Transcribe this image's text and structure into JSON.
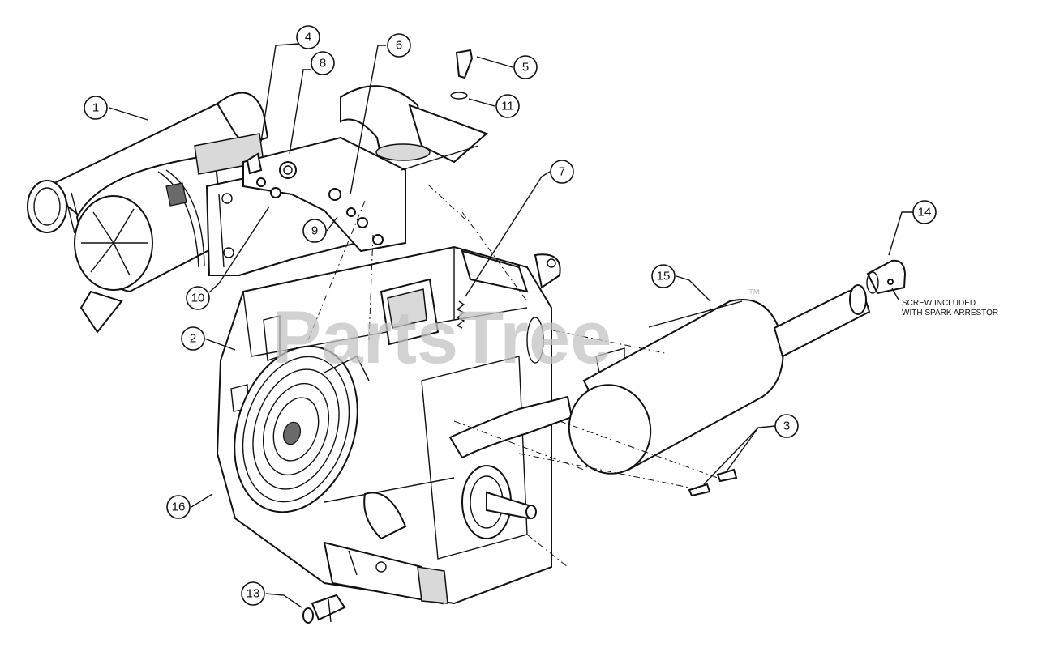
{
  "watermark": {
    "brand": "PartsTree",
    "trademark": "™"
  },
  "note": {
    "line1": "SCREW INCLUDED",
    "line2": "WITH SPARK ARRESTOR"
  },
  "callouts": [
    {
      "label": "1"
    },
    {
      "label": "4"
    },
    {
      "label": "8"
    },
    {
      "label": "6"
    },
    {
      "label": "5"
    },
    {
      "label": "11"
    },
    {
      "label": "7"
    },
    {
      "label": "14"
    },
    {
      "label": "15"
    },
    {
      "label": "9"
    },
    {
      "label": "10"
    },
    {
      "label": "2"
    },
    {
      "label": "3"
    },
    {
      "label": "16"
    },
    {
      "label": "13"
    }
  ]
}
